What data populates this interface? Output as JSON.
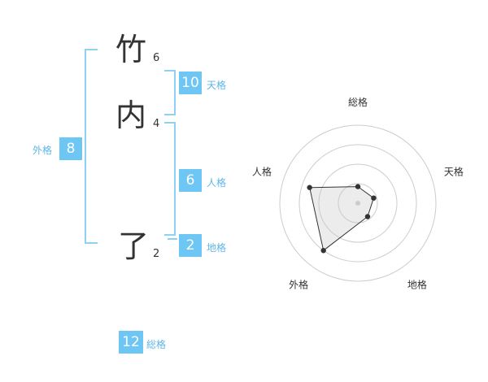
{
  "name_chars": [
    {
      "char": "竹",
      "strokes": "6"
    },
    {
      "char": "内",
      "strokes": "4"
    },
    {
      "char": "了",
      "strokes": "2"
    }
  ],
  "grids": {
    "tenkaku": {
      "value": "10",
      "label": "天格"
    },
    "jinkaku": {
      "value": "6",
      "label": "人格"
    },
    "chikaku": {
      "value": "2",
      "label": "地格"
    },
    "gaikaku": {
      "value": "8",
      "label": "外格"
    },
    "soukaku": {
      "value": "12",
      "label": "総格"
    }
  },
  "colors": {
    "accent": "#6ec6f4",
    "bracket": "#8fd0f7",
    "text": "#333333"
  },
  "chart_data": {
    "type": "radar",
    "axes": [
      "総格",
      "天格",
      "地格",
      "外格",
      "人格"
    ],
    "max": 4,
    "rings": 4,
    "values": [
      0.85,
      0.85,
      0.85,
      3.0,
      2.6
    ]
  }
}
